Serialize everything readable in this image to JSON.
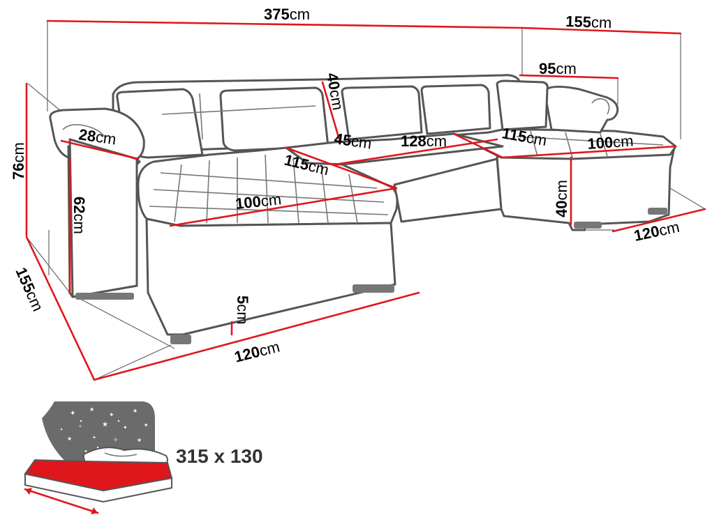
{
  "dimensions": {
    "total_width": {
      "value": "375",
      "unit": "cm"
    },
    "right_depth_top": {
      "value": "155",
      "unit": "cm"
    },
    "right_armrest_top": {
      "value": "95",
      "unit": "cm"
    },
    "back_height": {
      "value": "40",
      "unit": "cm"
    },
    "seat_depth_center": {
      "value": "45",
      "unit": "cm"
    },
    "center_width": {
      "value": "128",
      "unit": "cm"
    },
    "right_chaise_len": {
      "value": "115",
      "unit": "cm"
    },
    "right_chaise_width": {
      "value": "100",
      "unit": "cm"
    },
    "armrest_width": {
      "value": "28",
      "unit": "cm"
    },
    "total_height": {
      "value": "76",
      "unit": "cm"
    },
    "left_chaise_len": {
      "value": "115",
      "unit": "cm"
    },
    "left_chaise_width": {
      "value": "100",
      "unit": "cm"
    },
    "seat_height": {
      "value": "62",
      "unit": "cm"
    },
    "right_seat_height": {
      "value": "40",
      "unit": "cm"
    },
    "right_base_depth": {
      "value": "120",
      "unit": "cm"
    },
    "left_depth": {
      "value": "155",
      "unit": "cm"
    },
    "leg_height": {
      "value": "5",
      "unit": "cm"
    },
    "left_base_depth": {
      "value": "120",
      "unit": "cm"
    }
  },
  "bed": {
    "size_label": "315 x 130"
  },
  "colors": {
    "accent": "#e0161d",
    "outline": "#555555",
    "night": "#6b6b6b",
    "bed": "#e0161d"
  },
  "icons": {
    "bed_function": "sleeping-bed-icon",
    "stars": "star-icon"
  }
}
